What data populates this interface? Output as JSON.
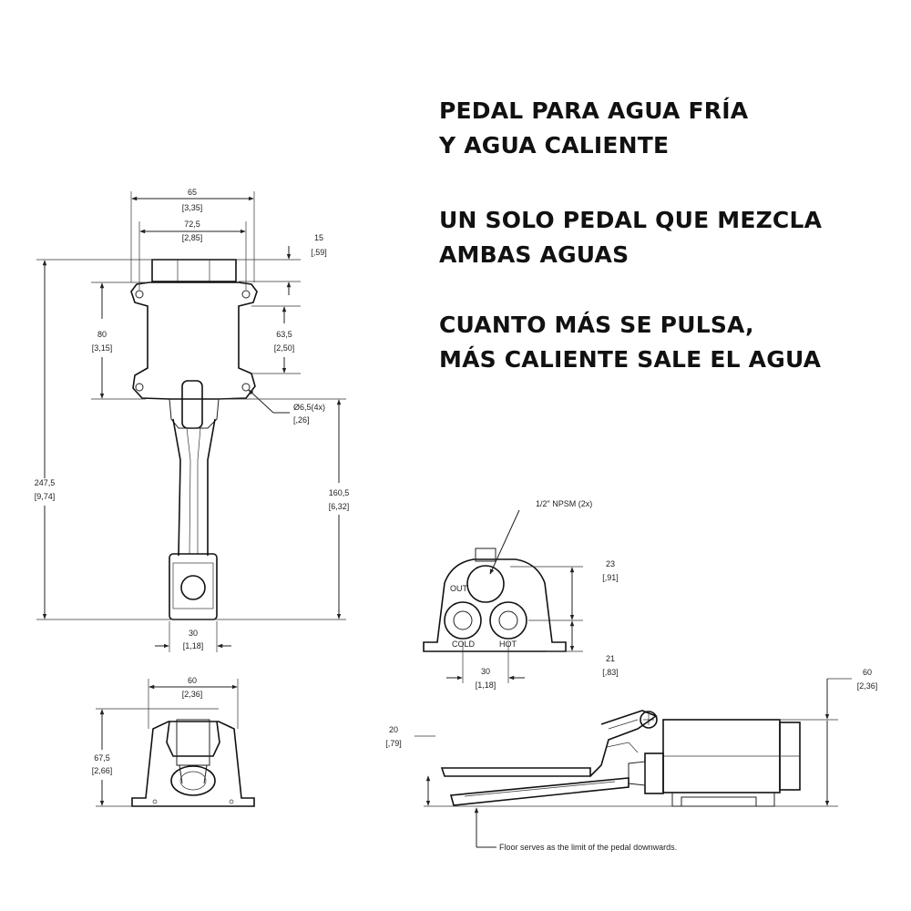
{
  "headings": [
    {
      "line1": "PEDAL PARA AGUA FRÍA",
      "line2": "Y AGUA CALIENTE"
    },
    {
      "line1": "UN SOLO PEDAL QUE MEZCLA",
      "line2": "AMBAS AGUAS"
    },
    {
      "line1": "CUANTO MÁS SE PULSA,",
      "line2": "MÁS CALIENTE SALE EL AGUA"
    }
  ],
  "top_view": {
    "dim_width": {
      "mm": "65",
      "in": "[3,35]"
    },
    "dim_holes": {
      "mm": "72,5",
      "in": "[2,85]"
    },
    "dim_top": {
      "mm": "15",
      "in": "[,59]"
    },
    "dim_left": {
      "mm": "80",
      "in": "[3,15]"
    },
    "dim_right": {
      "mm": "63,5",
      "in": "[2,50]"
    },
    "dim_hole_dia": {
      "mm": "Ø6,5(4x)",
      "in": "[,26]"
    },
    "dim_total": {
      "mm": "247,5",
      "in": "[9,74]"
    },
    "dim_lower": {
      "mm": "160,5",
      "in": "[6,32]"
    },
    "dim_pedal": {
      "mm": "30",
      "in": "[1,18]"
    }
  },
  "front_view": {
    "dim_width": {
      "mm": "60",
      "in": "[2,36]"
    },
    "dim_height": {
      "mm": "67,5",
      "in": "[2,66]"
    }
  },
  "port_view": {
    "thread_label": "1/2\" NPSM (2x)",
    "port_out": "OUT",
    "port_cold": "COLD",
    "port_hot": "HOT",
    "dim_upper": {
      "mm": "23",
      "in": "[,91]"
    },
    "dim_lower": {
      "mm": "21",
      "in": "[,83]"
    },
    "dim_spacing": {
      "mm": "30",
      "in": "[1,18]"
    }
  },
  "side_view": {
    "dim_pedal": {
      "mm": "20",
      "in": "[,79]"
    },
    "dim_height": {
      "mm": "60",
      "in": "[2,36]"
    },
    "floor_note": "Floor serves as the limit of the pedal downwards."
  }
}
